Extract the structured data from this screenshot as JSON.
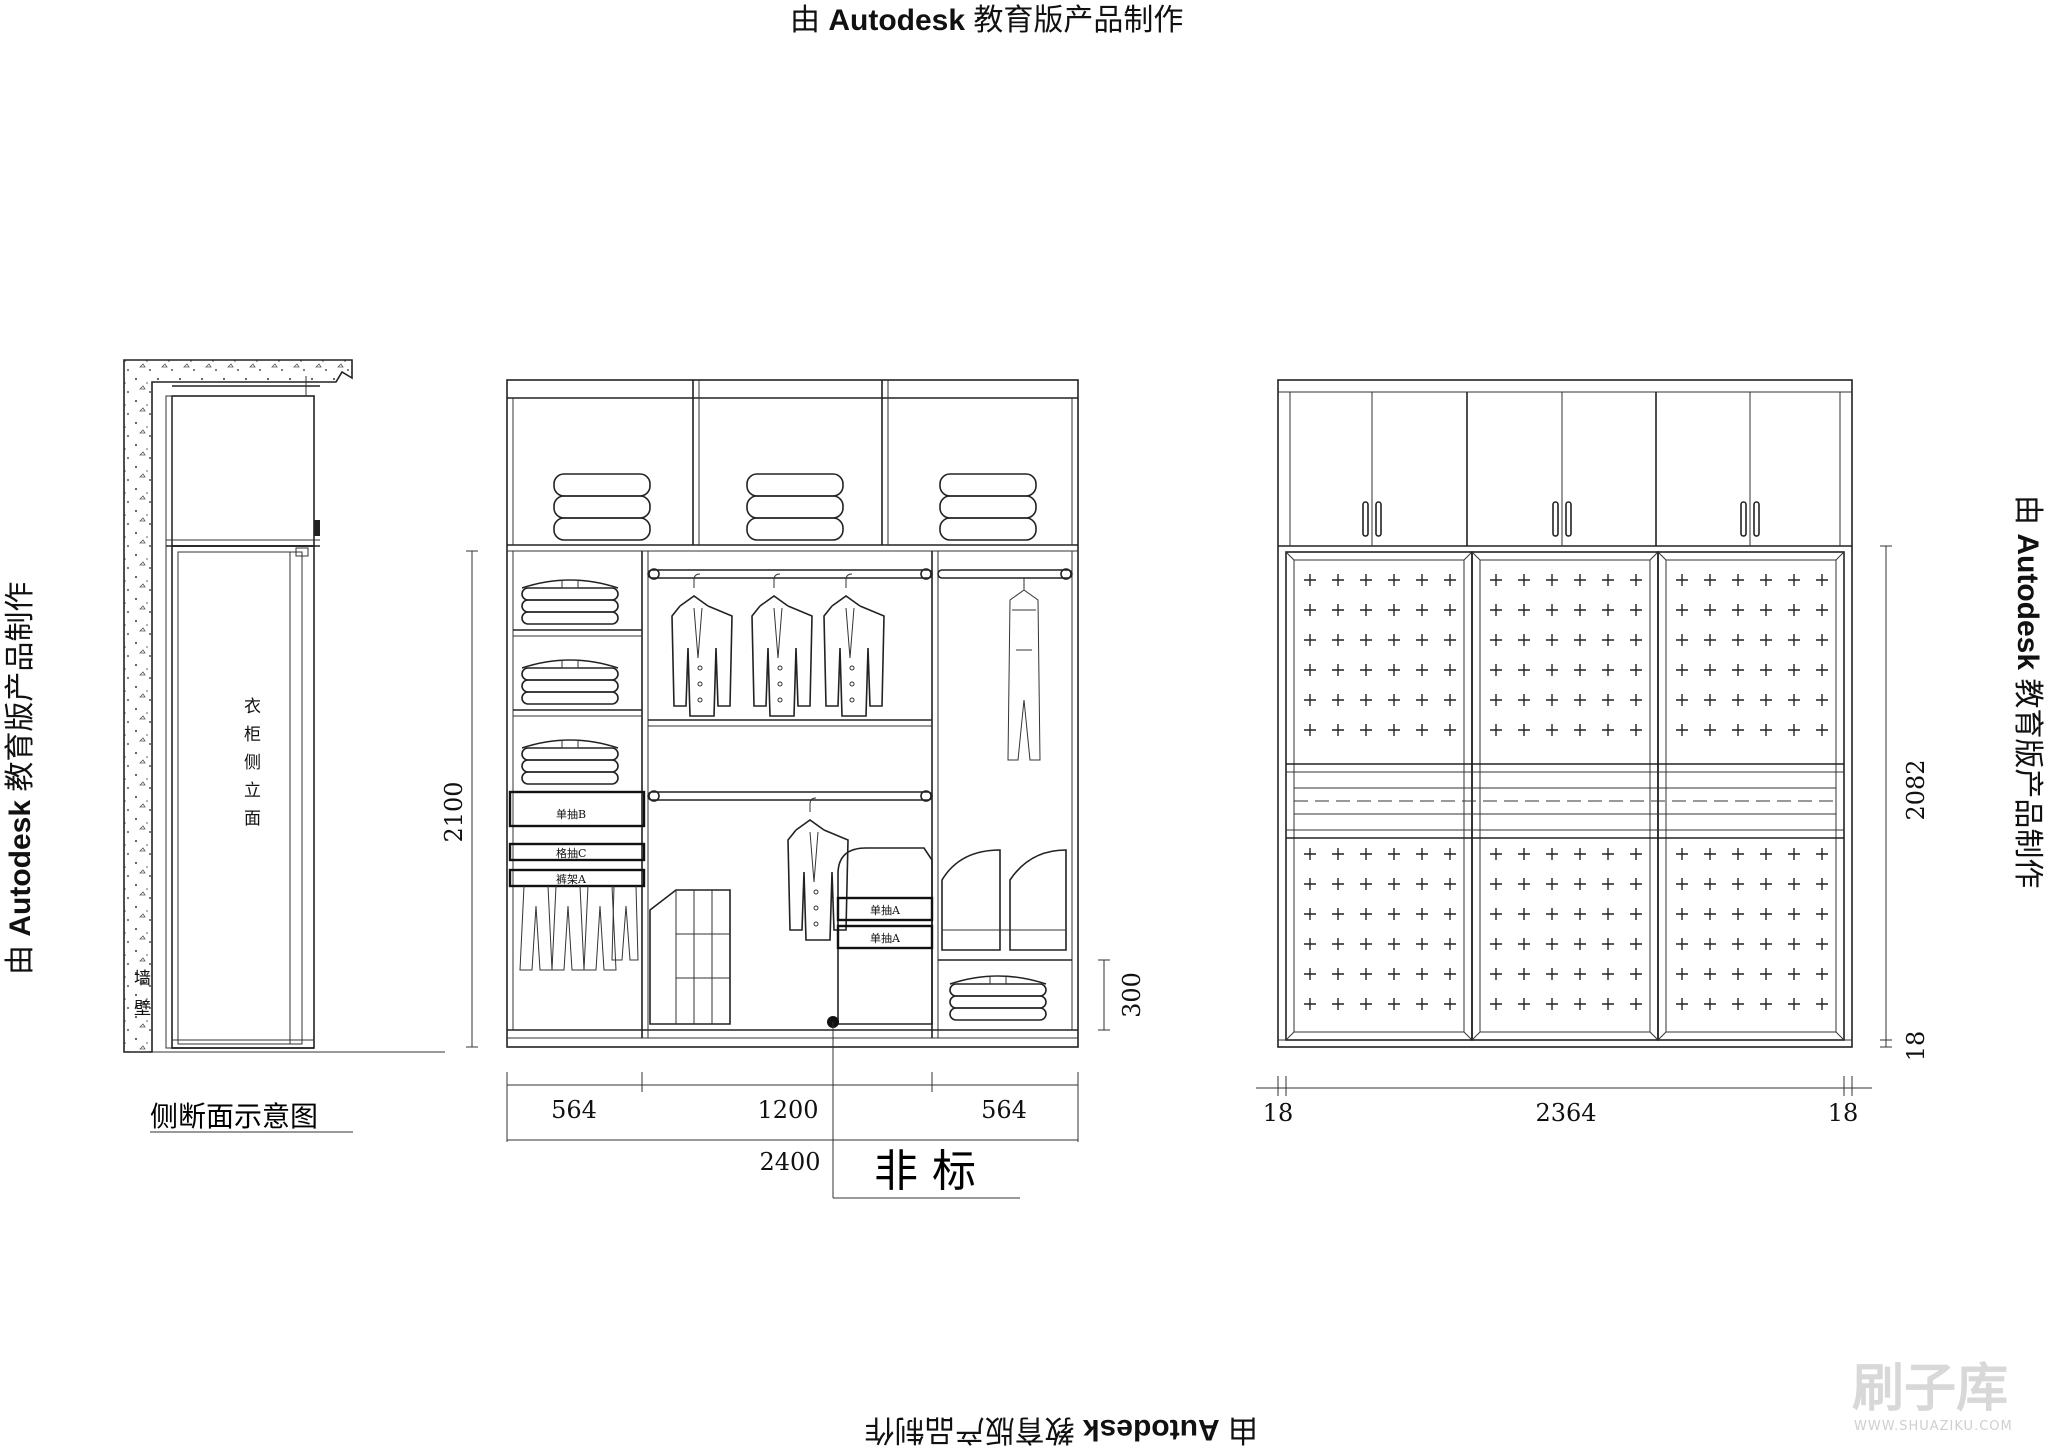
{
  "watermark": {
    "prefix": "由 ",
    "brand": "Autodesk",
    "suffix": " 教育版产品制作"
  },
  "side_section": {
    "cabinet_label": [
      "衣",
      "柜",
      "侧",
      "立",
      "面"
    ],
    "wall_label": [
      "墙",
      "壁"
    ],
    "caption": "侧断面示意图"
  },
  "interior_elevation": {
    "drawers": {
      "drawer_b": "单抽B",
      "drawer_c": "格抽C",
      "rack_a": "裤架A",
      "small_drawer_1": "单抽A",
      "small_drawer_2": "单抽A"
    },
    "dims": {
      "height": "2100",
      "right_low_height": "300",
      "left_width": "564",
      "middle_width": "1200",
      "right_width": "564",
      "total_width": "2400"
    },
    "callout": "非 标"
  },
  "front_elevation": {
    "dims": {
      "height": "2082",
      "bottom_gap": "18",
      "side_left": "18",
      "inner_width": "2364",
      "side_right": "18"
    }
  },
  "logo": {
    "text": "刷子库",
    "url_text": "WWW.SHUAZIKU.COM"
  }
}
